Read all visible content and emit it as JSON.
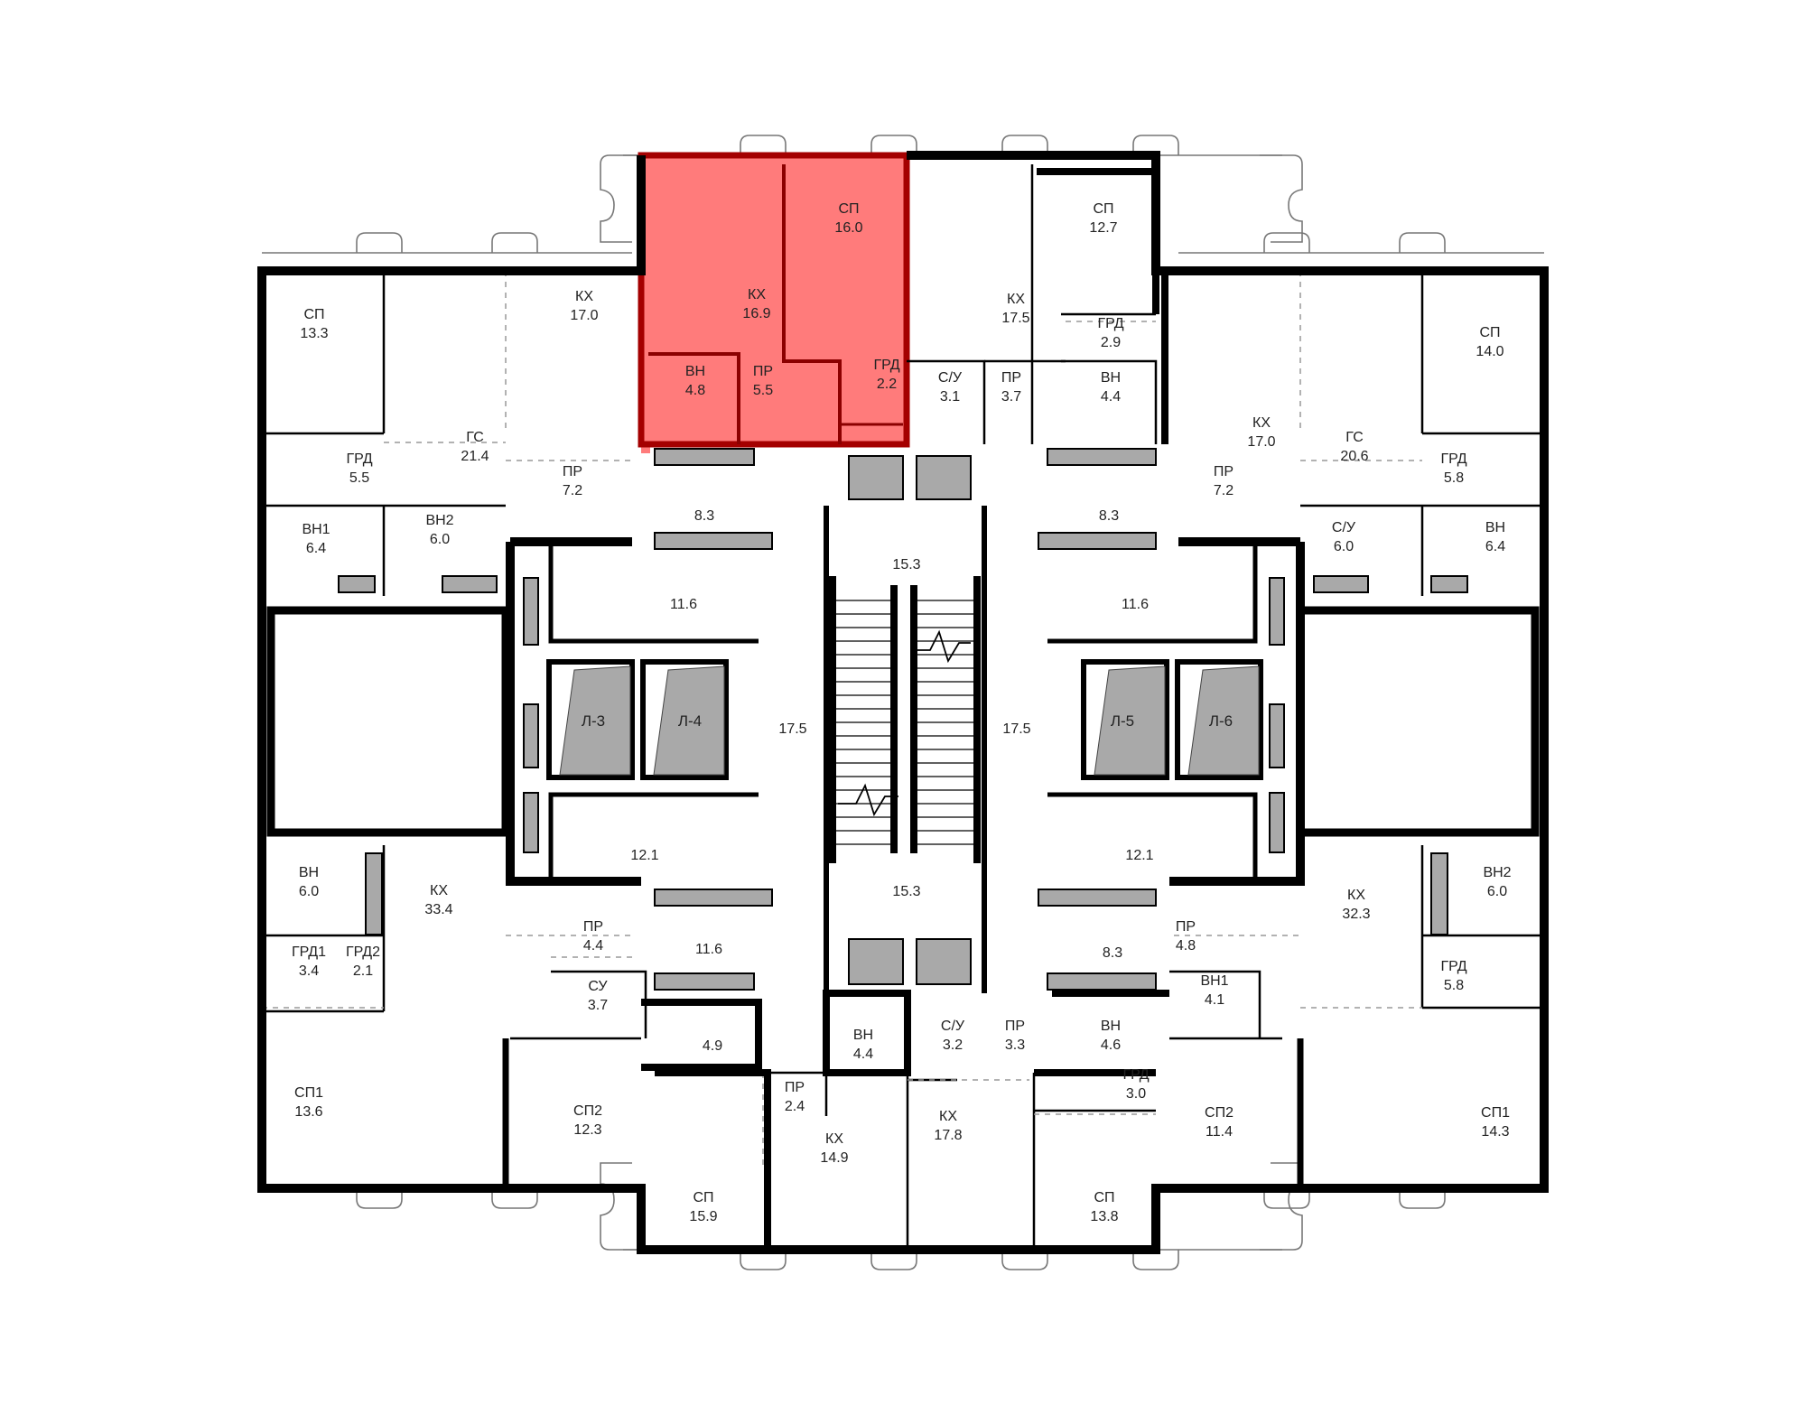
{
  "highlight_color": "#ff7b7b",
  "highlight_outline_color": "#a40000",
  "wall_color": "#000000",
  "shaft_color": "#a9a9a9",
  "rooms": [
    {
      "id": "sp-16-0",
      "name": "СП",
      "area": "16.0",
      "highlighted": true
    },
    {
      "id": "kx-16-9",
      "name": "КХ",
      "area": "16.9",
      "highlighted": true
    },
    {
      "id": "vn-4-8",
      "name": "ВН",
      "area": "4.8",
      "highlighted": true
    },
    {
      "id": "pr-5-5",
      "name": "ПР",
      "area": "5.5",
      "highlighted": true
    },
    {
      "id": "grd-2-2",
      "name": "ГРД",
      "area": "2.2",
      "highlighted": true
    },
    {
      "id": "sp-12-7",
      "name": "СП",
      "area": "12.7"
    },
    {
      "id": "kx-17-5",
      "name": "КХ",
      "area": "17.5"
    },
    {
      "id": "grd-2-9",
      "name": "ГРД",
      "area": "2.9"
    },
    {
      "id": "su-3-1",
      "name": "С/У",
      "area": "3.1"
    },
    {
      "id": "pr-3-7",
      "name": "ПР",
      "area": "3.7"
    },
    {
      "id": "vn-4-4-top",
      "name": "ВН",
      "area": "4.4"
    },
    {
      "id": "sp-13-3",
      "name": "СП",
      "area": "13.3"
    },
    {
      "id": "kx-17-0-left",
      "name": "КХ",
      "area": "17.0"
    },
    {
      "id": "grd-5-5",
      "name": "ГРД",
      "area": "5.5"
    },
    {
      "id": "gs-21-4",
      "name": "ГС",
      "area": "21.4"
    },
    {
      "id": "pr-7-2-left",
      "name": "ПР",
      "area": "7.2"
    },
    {
      "id": "vn1-6-4",
      "name": "ВН1",
      "area": "6.4"
    },
    {
      "id": "vn2-6-0-left",
      "name": "ВН2",
      "area": "6.0"
    },
    {
      "id": "kx-17-0-right",
      "name": "КХ",
      "area": "17.0"
    },
    {
      "id": "sp-14-0",
      "name": "СП",
      "area": "14.0"
    },
    {
      "id": "gs-20-6",
      "name": "ГС",
      "area": "20.6"
    },
    {
      "id": "grd-5-8-top",
      "name": "ГРД",
      "area": "5.8"
    },
    {
      "id": "pr-7-2-right",
      "name": "ПР",
      "area": "7.2"
    },
    {
      "id": "su-6-0",
      "name": "С/У",
      "area": "6.0"
    },
    {
      "id": "vn-6-4",
      "name": "ВН",
      "area": "6.4"
    },
    {
      "id": "vn-6-0",
      "name": "ВН",
      "area": "6.0"
    },
    {
      "id": "kx-33-4",
      "name": "КХ",
      "area": "33.4"
    },
    {
      "id": "grd1-3-4",
      "name": "ГРД1",
      "area": "3.4"
    },
    {
      "id": "grd2-2-1",
      "name": "ГРД2",
      "area": "2.1"
    },
    {
      "id": "pr-4-4",
      "name": "ПР",
      "area": "4.4"
    },
    {
      "id": "su-3-7",
      "name": "СУ",
      "area": "3.7"
    },
    {
      "id": "sp1-13-6",
      "name": "СП1",
      "area": "13.6"
    },
    {
      "id": "sp2-12-3",
      "name": "СП2",
      "area": "12.3"
    },
    {
      "id": "vn-4-4-bottom",
      "name": "ВН",
      "area": "4.4"
    },
    {
      "id": "su-3-2",
      "name": "С/У",
      "area": "3.2"
    },
    {
      "id": "pr-3-3",
      "name": "ПР",
      "area": "3.3"
    },
    {
      "id": "vn-4-6",
      "name": "ВН",
      "area": "4.6"
    },
    {
      "id": "pr-2-4",
      "name": "ПР",
      "area": "2.4"
    },
    {
      "id": "grd-3-0",
      "name": "ГРД",
      "area": "3.0"
    },
    {
      "id": "kx-14-9",
      "name": "КХ",
      "area": "14.9"
    },
    {
      "id": "kx-17-8",
      "name": "КХ",
      "area": "17.8"
    },
    {
      "id": "sp-15-9",
      "name": "СП",
      "area": "15.9"
    },
    {
      "id": "sp-13-8",
      "name": "СП",
      "area": "13.8"
    },
    {
      "id": "kx-32-3",
      "name": "КХ",
      "area": "32.3"
    },
    {
      "id": "vn2-6-0-right",
      "name": "ВН2",
      "area": "6.0"
    },
    {
      "id": "pr-4-8",
      "name": "ПР",
      "area": "4.8"
    },
    {
      "id": "vn1-4-1",
      "name": "ВН1",
      "area": "4.1"
    },
    {
      "id": "grd-5-8-bottom",
      "name": "ГРД",
      "area": "5.8"
    },
    {
      "id": "sp2-11-4",
      "name": "СП2",
      "area": "11.4"
    },
    {
      "id": "sp1-14-3",
      "name": "СП1",
      "area": "14.3"
    }
  ],
  "common_areas": [
    {
      "id": "hall-8-3-left",
      "area": "8.3"
    },
    {
      "id": "hall-8-3-right",
      "area": "8.3"
    },
    {
      "id": "hall-15-3-top",
      "area": "15.3"
    },
    {
      "id": "hall-15-3-bottom",
      "area": "15.3"
    },
    {
      "id": "hall-11-6-left",
      "area": "11.6"
    },
    {
      "id": "hall-11-6-right",
      "area": "11.6"
    },
    {
      "id": "hall-17-5-left",
      "area": "17.5"
    },
    {
      "id": "hall-17-5-right",
      "area": "17.5"
    },
    {
      "id": "hall-12-1-left",
      "area": "12.1"
    },
    {
      "id": "hall-12-1-right",
      "area": "12.1"
    },
    {
      "id": "hall-11-6-bottom",
      "area": "11.6"
    },
    {
      "id": "hall-8-3-bottom",
      "area": "8.3"
    },
    {
      "id": "hall-4-9",
      "area": "4.9"
    }
  ],
  "lifts": [
    {
      "id": "lift-3",
      "label": "Л-3"
    },
    {
      "id": "lift-4",
      "label": "Л-4"
    },
    {
      "id": "lift-5",
      "label": "Л-5"
    },
    {
      "id": "lift-6",
      "label": "Л-6"
    }
  ]
}
